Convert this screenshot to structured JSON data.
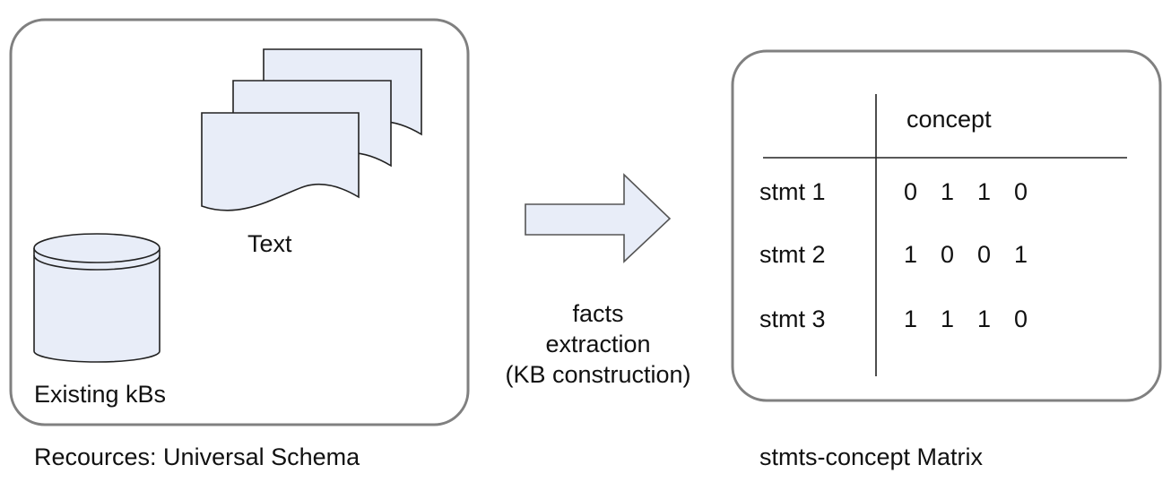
{
  "left_panel": {
    "text_label": "Text",
    "kb_label": "Existing kBs",
    "caption": "Recources: Universal Schema"
  },
  "arrow": {
    "label_line1": "facts",
    "label_line2": "extraction",
    "label_line3": "(KB construction)"
  },
  "right_panel": {
    "column_header": "concept",
    "caption": "stmts-concept Matrix",
    "rows": [
      {
        "label": "stmt 1",
        "values": [
          "0",
          "1",
          "1",
          "0"
        ]
      },
      {
        "label": "stmt 2",
        "values": [
          "1",
          "0",
          "0",
          "1"
        ]
      },
      {
        "label": "stmt 3",
        "values": [
          "1",
          "1",
          "1",
          "0"
        ]
      }
    ]
  },
  "colors": {
    "box_stroke": "#808080",
    "doc_fill": "#e8edf8",
    "cylinder_fill": "#e8edf8",
    "arrow_fill": "#e8edf8",
    "line": "#222222"
  }
}
